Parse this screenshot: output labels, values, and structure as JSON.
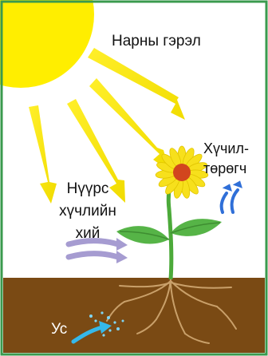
{
  "labels": {
    "sunlight": "Нарны гэрэл",
    "carbon_dioxide": [
      "Нүүрс",
      "хүчлийн",
      "хий"
    ],
    "oxygen": [
      "Хүчил-",
      "төрөгч"
    ],
    "water": "Ус"
  },
  "colors": {
    "border": "#3a9a4e",
    "sky": "#ffffff",
    "sun": "#ffee00",
    "sun_rays": "#f5e200",
    "soil": "#7a4a14",
    "stem_leaf": "#4caa3a",
    "flower_petals": "#f7e01c",
    "flower_center": "#d2461e",
    "oxygen_arrows": "#2f6fd8",
    "co2_arrows": "#a69cd1",
    "water_arrow": "#35b8ea",
    "roots": "#c9a06a"
  }
}
